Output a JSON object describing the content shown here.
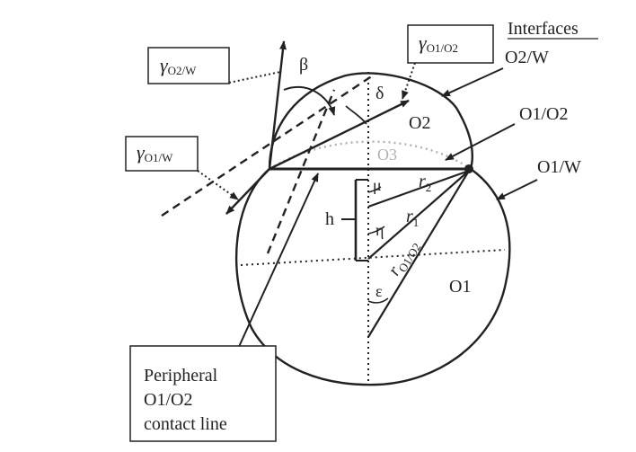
{
  "labels": {
    "interfaces_header": "Interfaces",
    "o2w": "O2/W",
    "o1o2": "O1/O2",
    "o1w": "O1/W",
    "o2": "O2",
    "o3": "O3",
    "o1": "O1",
    "h": "h",
    "beta": "β",
    "delta": "δ",
    "mu": "μ",
    "eta": "η",
    "epsilon": "ε",
    "r2": "r",
    "r2_sub": "2",
    "r1": "r",
    "r1_sub": "1",
    "r_o1o2": "r",
    "r_o1o2_sub": "O1/O2"
  },
  "boxes": {
    "gamma_o2w_symbol": "γ",
    "gamma_o2w_sub": "O2/W",
    "gamma_o1o2_symbol": "γ",
    "gamma_o1o2_sub": "O1/O2",
    "gamma_o1w_symbol": "γ",
    "gamma_o1w_sub": "O1/W",
    "peripheral_line1": "Peripheral",
    "peripheral_line2": "O1/O2",
    "peripheral_line3": "contact line"
  },
  "colors": {
    "ink": "#222222",
    "o3_arc": "#b0b0b0"
  }
}
